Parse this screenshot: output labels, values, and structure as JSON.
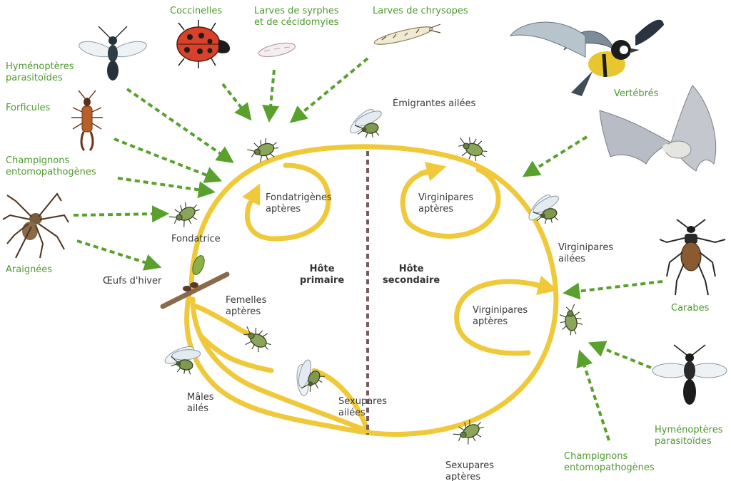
{
  "colors": {
    "cycle": "#f0c93a",
    "predator_arrow": "#5aa02c",
    "enemy_label": "#4e9a2e",
    "host_divider": "#7a5a5a",
    "aphid": "#8aa65a"
  },
  "enemies": {
    "hymenopteres_left": "Hyménoptères\nparasitoïdes",
    "forficules": "Forficules",
    "champignons_left": "Champignons\nentomopathogènes",
    "araignees": "Araignées",
    "coccinelles": "Coccinelles",
    "syrphes": "Larves de syrphes\net de cécidomyies",
    "chrysopes": "Larves de chrysopes",
    "vertebres": "Vertébrés",
    "carabes": "Carabes",
    "hymenopteres_right": "Hyménoptères\nparasitoïdes",
    "champignons_right": "Champignons\nentomopathogènes"
  },
  "stages": {
    "emigrantes": "Émigrantes ailées",
    "fondatrigenes": "Fondatrigènes\naptères",
    "fondatrice": "Fondatrice",
    "oeufs": "Œufs d'hiver",
    "femelles": "Femelles\naptères",
    "males": "Mâles\nailés",
    "sexupares_ailees": "Sexupares\nailées",
    "sexupares_apteres": "Sexupares\naptères",
    "virginipares_apteres_top": "Virginipares\naptères",
    "virginipares_ailees": "Virginipares\nailées",
    "virginipares_apteres_mid": "Virginipares\naptères"
  },
  "hosts": {
    "primaire": "Hôte\nprimaire",
    "secondaire": "Hôte\nsecondaire"
  }
}
